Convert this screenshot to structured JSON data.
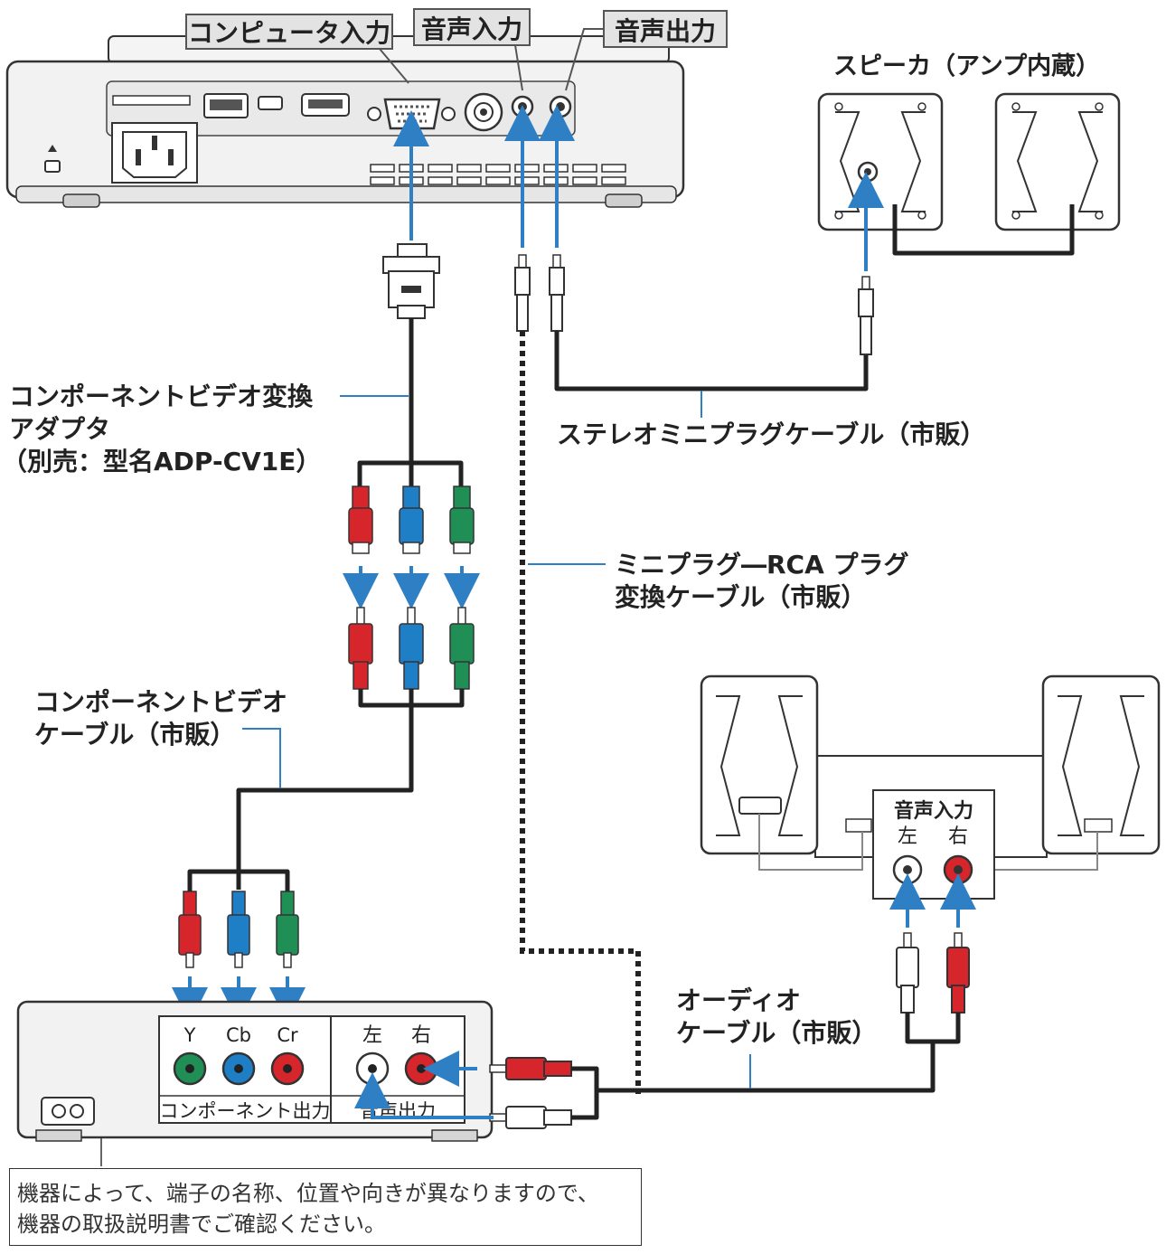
{
  "labels": {
    "computer_input": "コンピュータ入力",
    "audio_input": "音声入力",
    "audio_output": "音声出力",
    "speaker_title": "スピーカ（アンプ内蔵）",
    "adapter_line1": "コンポーネントビデオ変換",
    "adapter_line2": "アダプタ",
    "adapter_line3": "（別売：型名ADP-CV1E）",
    "stereo_cable": "ステレオミニプラグケーブル（市販）",
    "miniplug_line1": "ミニプラグ―RCA プラグ",
    "miniplug_line2": "変換ケーブル（市販）",
    "component_cable_line1": "コンポーネントビデオ",
    "component_cable_line2": "ケーブル（市販）",
    "audio_cable_line1": "オーディオ",
    "audio_cable_line2": "ケーブル（市販）",
    "speaker2_input": "音声入力",
    "speaker2_left": "左",
    "speaker2_right": "右",
    "device_y": "Y",
    "device_cb": "Cb",
    "device_cr": "Cr",
    "device_component_out": "コンポーネント出力",
    "device_left": "左",
    "device_right": "右",
    "device_audio_out": "音声出力"
  },
  "note": {
    "line1": "機器によって、端子の名称、位置や向きが異なりますので、",
    "line2": "機器の取扱説明書でご確認ください。"
  },
  "colors": {
    "arrow": "#2f7fc4",
    "red": "#d7262b",
    "blue": "#1e7fc6",
    "green": "#1f8f55",
    "cable": "#222222"
  }
}
